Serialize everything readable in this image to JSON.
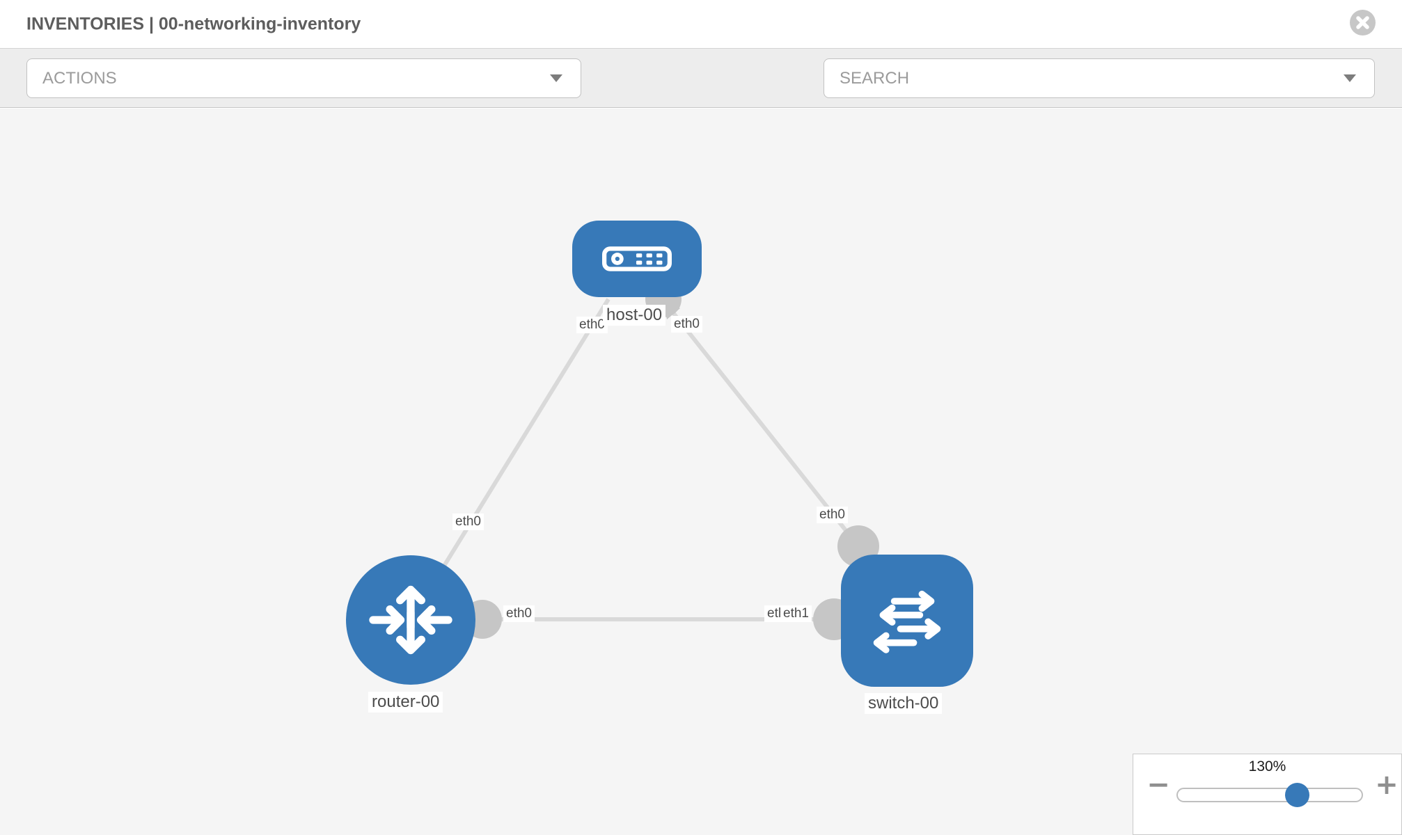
{
  "header": {
    "title": "INVENTORIES | 00-networking-inventory"
  },
  "toolbar": {
    "actions_placeholder": "ACTIONS",
    "search_placeholder": "SEARCH"
  },
  "icons": {
    "close": "x-in-circle",
    "wrench": "wrench",
    "key": "key",
    "dropdown_caret": "triangle-down",
    "zoom_minus": "−",
    "zoom_plus": "+"
  },
  "canvas": {
    "nodes": {
      "host": "host-00",
      "router": "router-00",
      "switch": "switch-00"
    },
    "ifaces": {
      "host_left": "eth0",
      "host_right": "eth0",
      "link_host_router": "eth0",
      "link_host_switch": "eth0",
      "link_router_switch_left": "eth0",
      "link_router_switch_right_hidden": "eth0",
      "link_router_switch_right": "eth1"
    }
  },
  "zoom": {
    "level": "130%"
  },
  "colors": {
    "node_blue": "#3779b8",
    "link": "#d9d9d9",
    "iface": "#c6c6c6",
    "canvas_bg": "#f5f5f5"
  }
}
